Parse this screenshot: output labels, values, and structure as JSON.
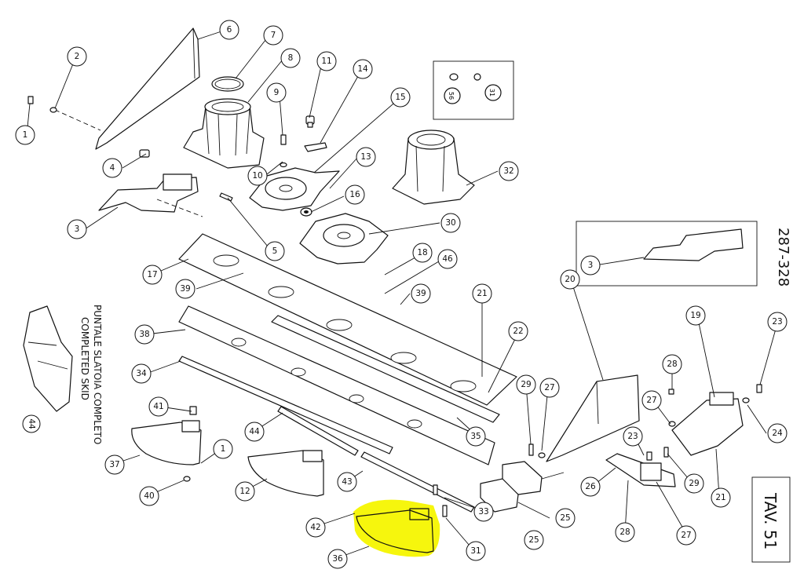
{
  "drawing": {
    "table_label": "TAV. 51",
    "code": "287-328",
    "skid_title_line1": "PUNTALE SLATOIA COMPLETO",
    "skid_title_line2": "COMPLETED SKID",
    "skid_callout": "44",
    "inset_left_mark": "56",
    "inset_right_mark": "31",
    "highlight_color": "#f5f500"
  },
  "callouts": [
    {
      "id": "c1",
      "label": "1"
    },
    {
      "id": "c2",
      "label": "2"
    },
    {
      "id": "c3",
      "label": "3"
    },
    {
      "id": "c4",
      "label": "4"
    },
    {
      "id": "c5",
      "label": "5"
    },
    {
      "id": "c6",
      "label": "6"
    },
    {
      "id": "c7",
      "label": "7"
    },
    {
      "id": "c8",
      "label": "8"
    },
    {
      "id": "c9",
      "label": "9"
    },
    {
      "id": "c10",
      "label": "10"
    },
    {
      "id": "c11",
      "label": "11"
    },
    {
      "id": "c14",
      "label": "14"
    },
    {
      "id": "c15",
      "label": "15"
    },
    {
      "id": "c13",
      "label": "13"
    },
    {
      "id": "c16",
      "label": "16"
    },
    {
      "id": "c32",
      "label": "32"
    },
    {
      "id": "c30",
      "label": "30"
    },
    {
      "id": "c17",
      "label": "17"
    },
    {
      "id": "c39a",
      "label": "39"
    },
    {
      "id": "c18",
      "label": "18"
    },
    {
      "id": "c46",
      "label": "46"
    },
    {
      "id": "c39b",
      "label": "39"
    },
    {
      "id": "c21a",
      "label": "21"
    },
    {
      "id": "c22",
      "label": "22"
    },
    {
      "id": "c38",
      "label": "38"
    },
    {
      "id": "c34",
      "label": "34"
    },
    {
      "id": "c3b",
      "label": "3"
    },
    {
      "id": "c20",
      "label": "20"
    },
    {
      "id": "c19",
      "label": "19"
    },
    {
      "id": "c23a",
      "label": "23"
    },
    {
      "id": "c28a",
      "label": "28"
    },
    {
      "id": "c27a",
      "label": "27"
    },
    {
      "id": "c24",
      "label": "24"
    },
    {
      "id": "c29a",
      "label": "29"
    },
    {
      "id": "c27b",
      "label": "27"
    },
    {
      "id": "c23b",
      "label": "23"
    },
    {
      "id": "c29b",
      "label": "29"
    },
    {
      "id": "c21b",
      "label": "21"
    },
    {
      "id": "c26",
      "label": "26"
    },
    {
      "id": "c28b",
      "label": "28"
    },
    {
      "id": "c27c",
      "label": "27"
    },
    {
      "id": "c41",
      "label": "41"
    },
    {
      "id": "c1b",
      "label": "1"
    },
    {
      "id": "c37",
      "label": "37"
    },
    {
      "id": "c40",
      "label": "40"
    },
    {
      "id": "c44",
      "label": "44"
    },
    {
      "id": "c35",
      "label": "35"
    },
    {
      "id": "c12",
      "label": "12"
    },
    {
      "id": "c43",
      "label": "43"
    },
    {
      "id": "c33",
      "label": "33"
    },
    {
      "id": "c25a",
      "label": "25"
    },
    {
      "id": "c25b",
      "label": "25"
    },
    {
      "id": "c42",
      "label": "42"
    },
    {
      "id": "c31",
      "label": "31"
    },
    {
      "id": "c36",
      "label": "36"
    }
  ]
}
